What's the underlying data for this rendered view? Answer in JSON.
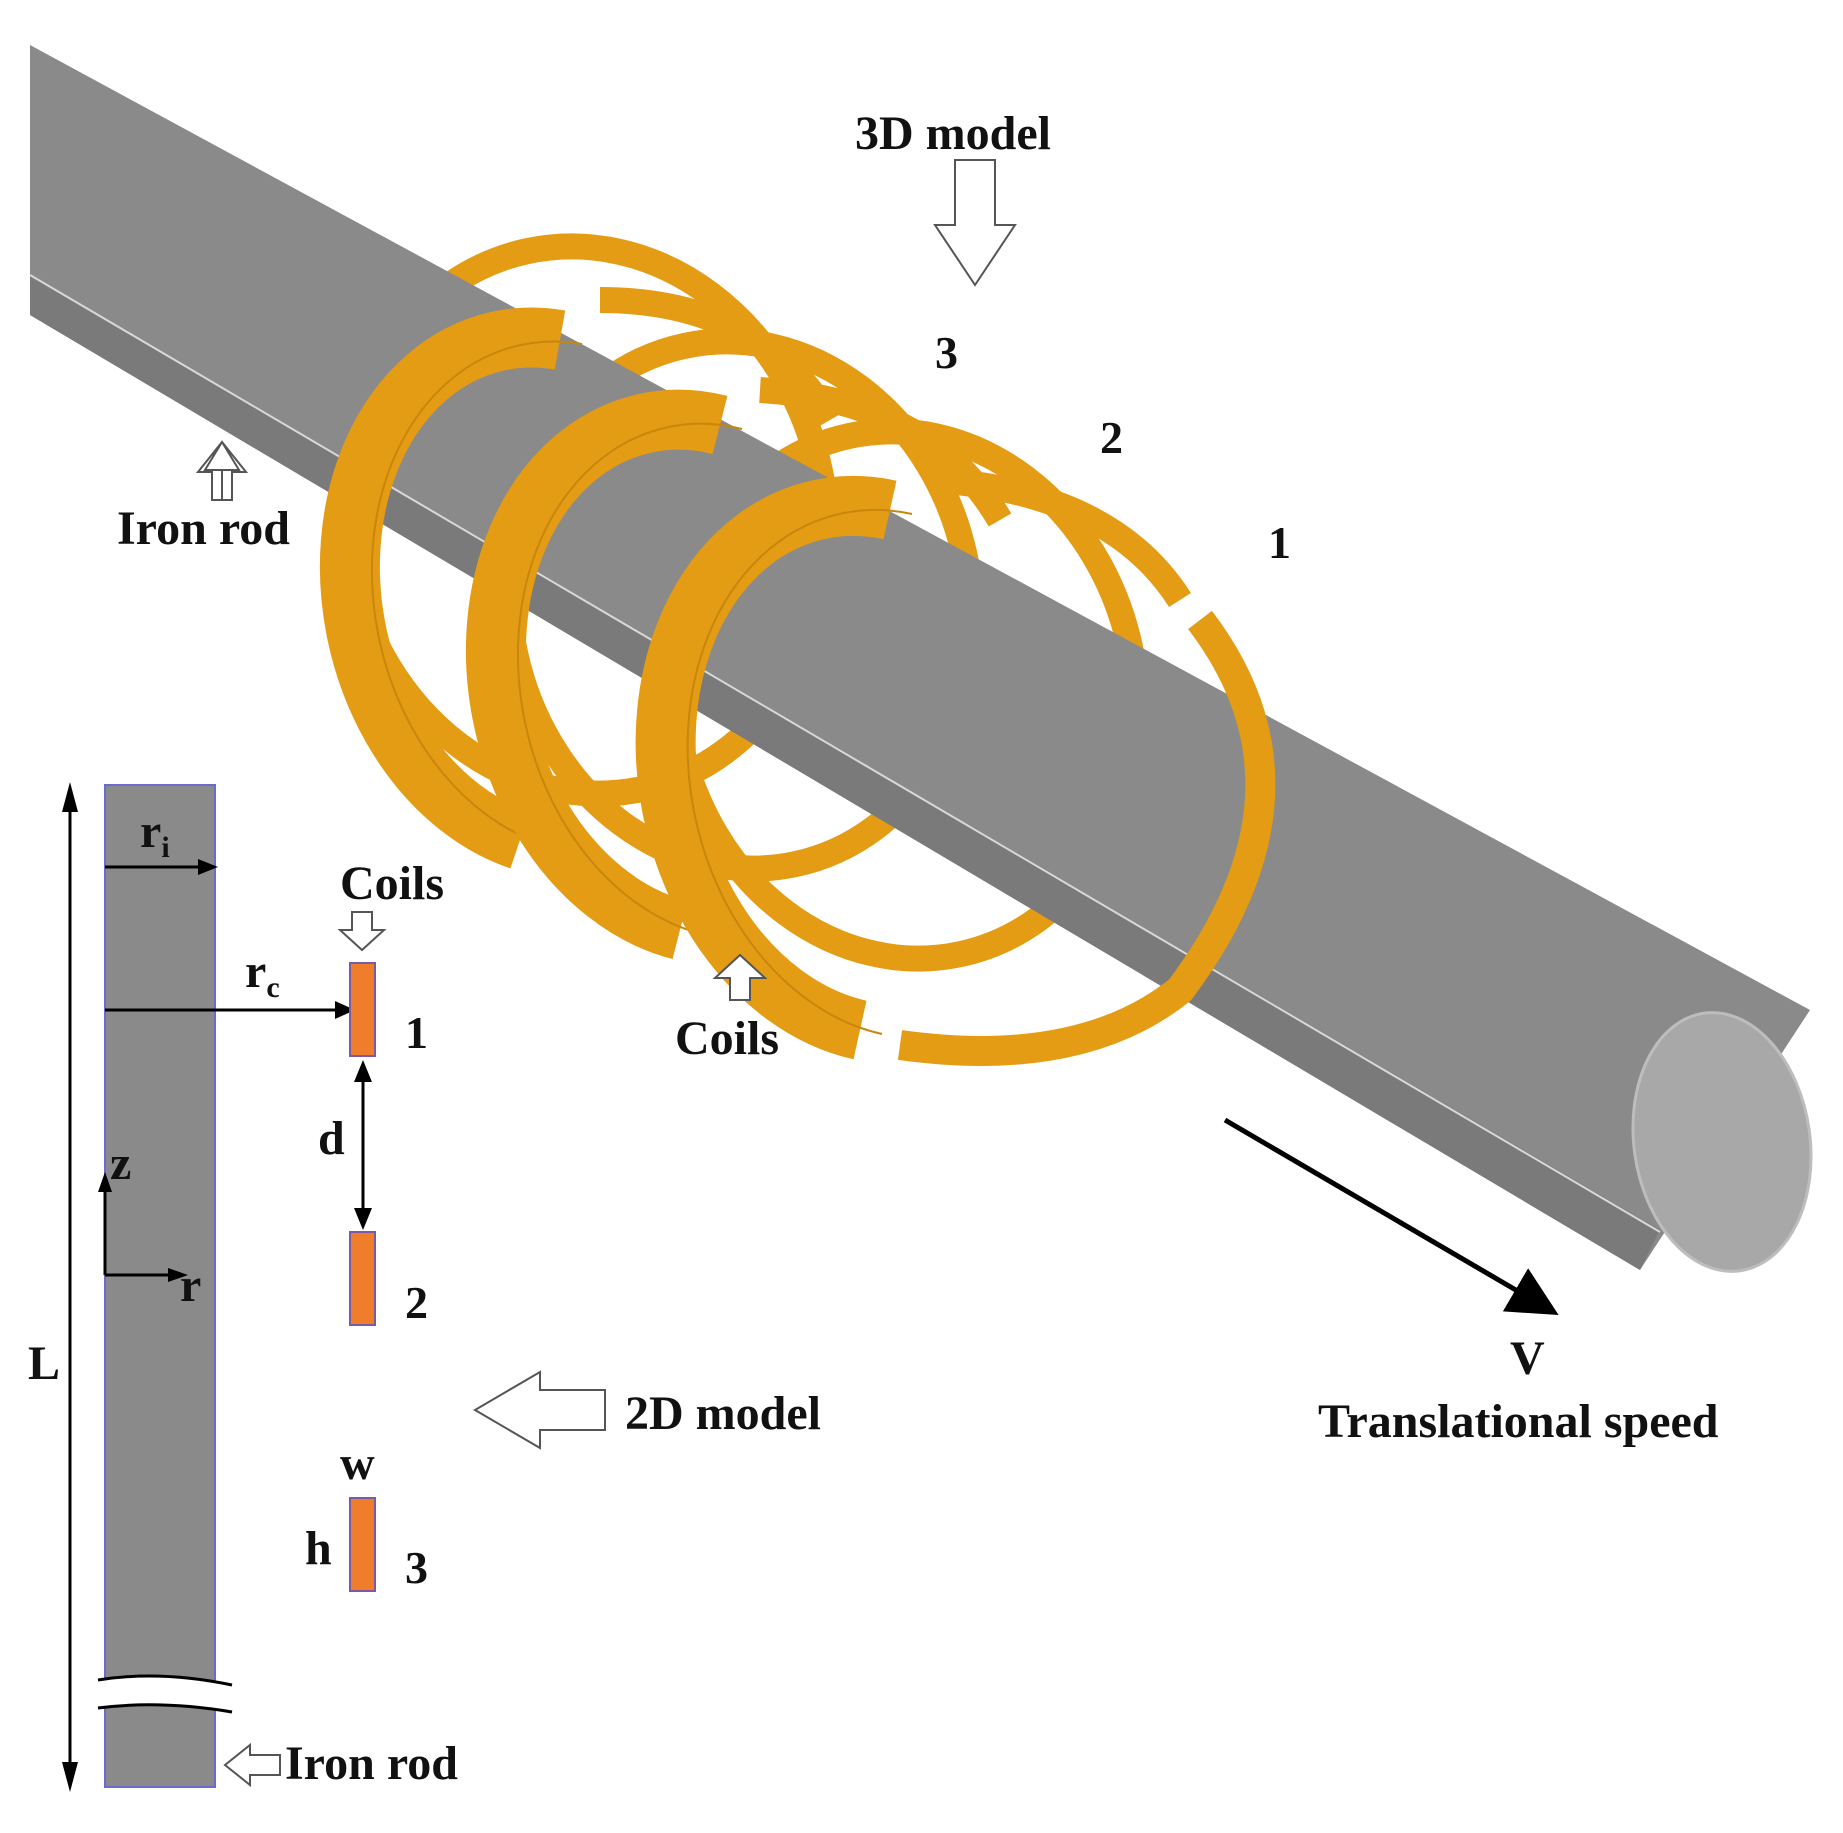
{
  "colors": {
    "rod": "#8a8a8a",
    "rod_dark": "#6f6f6f",
    "rod_end": "#a6a6a6",
    "coil": "#e39c14",
    "coil_dark": "#c9860d",
    "coil_2d": "#f07d2c",
    "coil_2d_border": "#7a5aa0",
    "rod_2d_border": "#6a6ad0",
    "outline_arrow": "#555555",
    "text": "#111111"
  },
  "model3d": {
    "title": "3D model",
    "rod_label": "Iron rod",
    "coils_label": "Coils",
    "coil_numbers": [
      "3",
      "2",
      "1"
    ],
    "velocity_symbol": "V",
    "velocity_label": "Translational speed"
  },
  "model2d": {
    "title": "2D model",
    "rod_label": "Iron rod",
    "coils_label": "Coils",
    "coil_numbers": [
      "1",
      "2",
      "3"
    ],
    "length_symbol": "L",
    "ri_base": "r",
    "ri_sub": "i",
    "rc_base": "r",
    "rc_sub": "c",
    "gap_symbol": "d",
    "z_axis": "z",
    "r_axis": "r",
    "width_symbol": "w",
    "height_symbol": "h"
  }
}
